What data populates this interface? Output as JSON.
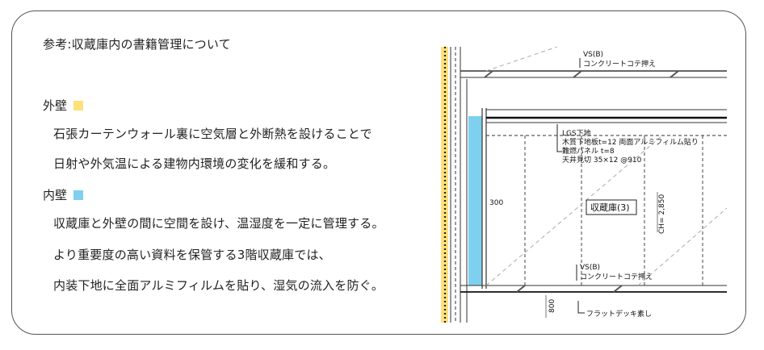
{
  "title": "参考:収蔵庫内の書籍管理について",
  "outer_wall": {
    "label": "外壁",
    "color": "#FFE07A",
    "lines": [
      "石張カーテンウォール裏に空気層と外断熱を設けることで",
      "日射や外気温による建物内環境の変化を緩和する。"
    ]
  },
  "inner_wall": {
    "label": "内壁",
    "color": "#7FD0EE",
    "lines": [
      "収蔵庫と外壁の間に空間を設け、温湿度を一定に管理する。",
      "より重要度の高い資料を保管する3階収蔵庫では、",
      "内装下地に全面アルミフィルムを貼り、湿気の流入を防ぐ。"
    ]
  },
  "diagram": {
    "top_note_1": "VS(B)",
    "top_note_2": "コンクリートコテ押え",
    "mid_note_1": "LGS下地",
    "mid_note_2": "木質下地板t=12  両面アルミフィルム貼り",
    "mid_note_3": "難燃パネル  t=8",
    "mid_note_4": "天井見切  35×12  @910",
    "room_label": "収蔵庫(3)",
    "height_label": "CH= 2,850",
    "dim_left": "300",
    "bottom_note_1": "VS(B)",
    "bottom_note_2": "コンクリートコテ押え",
    "bottom_dim": "800",
    "deck_note": "フラットデッキ素し"
  }
}
